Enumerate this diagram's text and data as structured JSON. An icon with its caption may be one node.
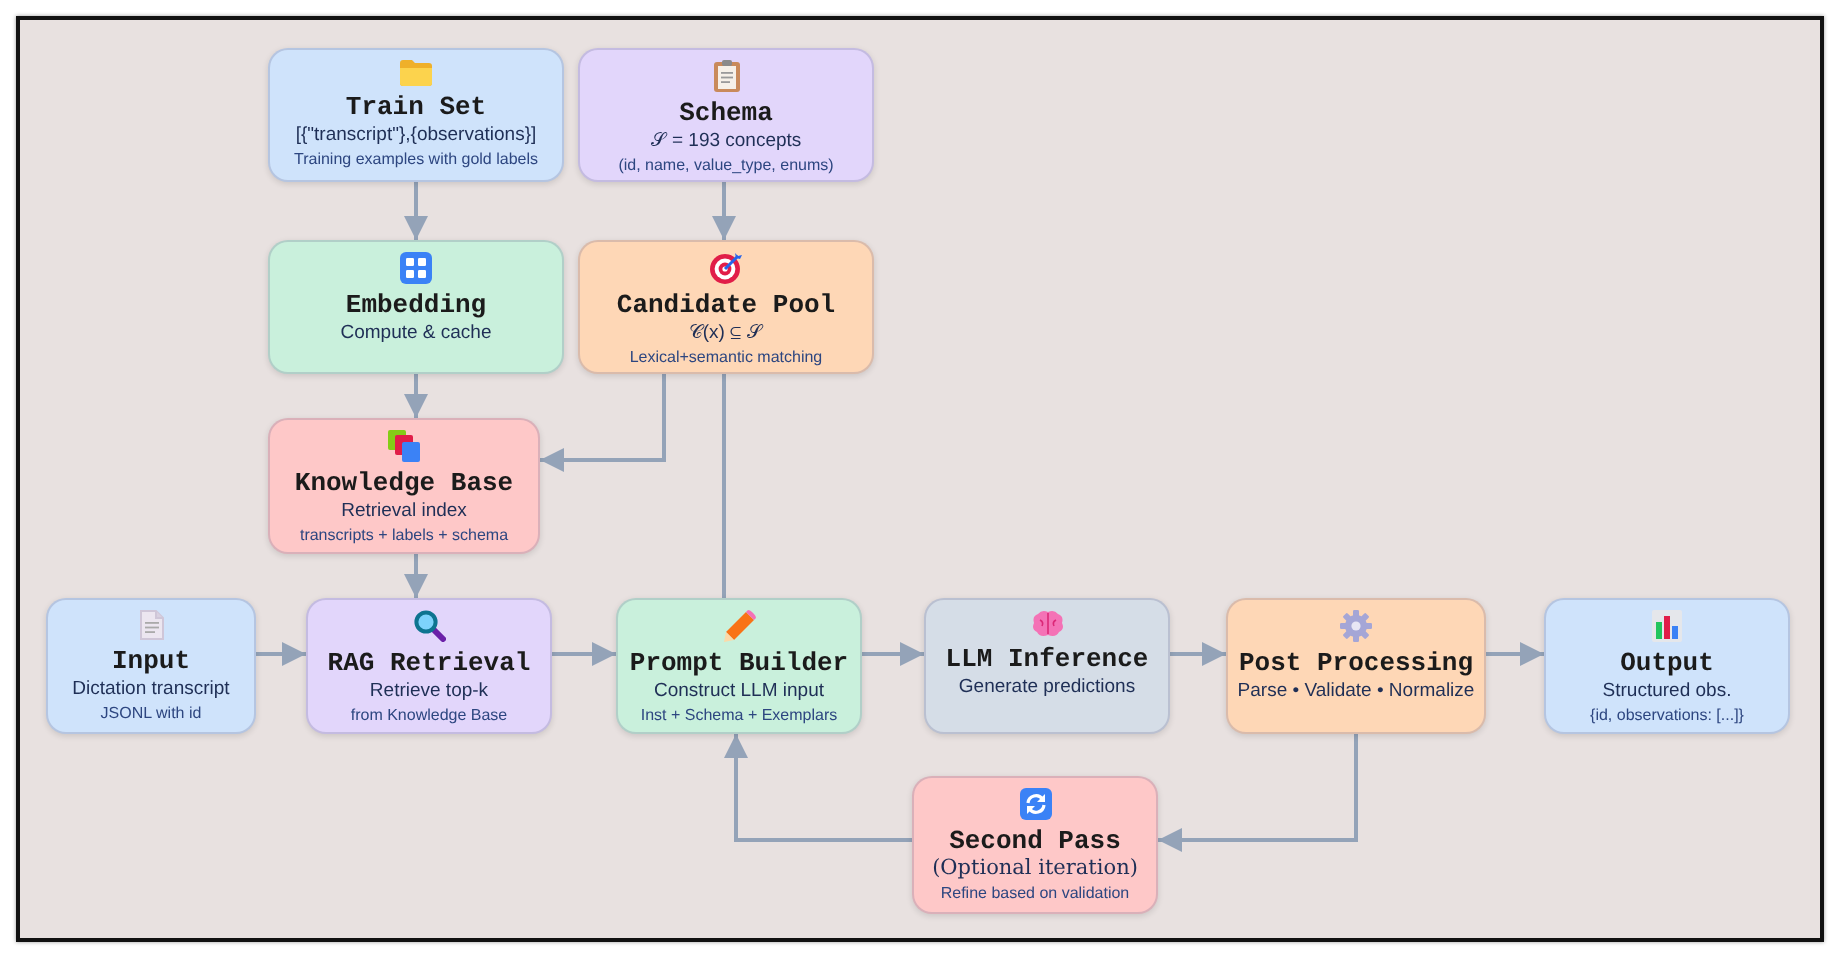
{
  "diagram": {
    "nodes": [
      {
        "text": [
          "Train Set",
          "[{\"transcript\"},{observations}]",
          "Training examples with gold labels"
        ]
      },
      {
        "text": [
          "Schema",
          "𝒮 = 193 concepts",
          "(id, name, value_type, enums)"
        ]
      },
      {
        "text": [
          "Embedding",
          "Compute & cache"
        ]
      },
      {
        "text": [
          "Candidate Pool",
          "𝒞(x) ⊆ 𝒮",
          "Lexical+semantic matching"
        ]
      },
      {
        "text": [
          "Knowledge Base",
          "Retrieval index",
          "transcripts + labels + schema"
        ]
      },
      {
        "text": [
          "Input",
          "Dictation transcript",
          "JSONL with id"
        ]
      },
      {
        "text": [
          "RAG Retrieval",
          "Retrieve top-k",
          "from Knowledge Base"
        ]
      },
      {
        "text": [
          "Prompt Builder",
          "Construct LLM input",
          "Inst + Schema + Exemplars"
        ]
      },
      {
        "text": [
          "LLM Inference",
          "Generate predictions"
        ]
      },
      {
        "text": [
          "Post Processing",
          "Parse • Validate • Normalize"
        ]
      },
      {
        "text": [
          "Output",
          "Structured obs.",
          "{id, observations: [...]}"
        ]
      },
      {
        "text": [
          "Second Pass",
          "(Optional iteration)",
          "Refine based on validation"
        ]
      }
    ],
    "edges": [
      {
        "from": 0,
        "to": 2,
        "arrow": "to"
      },
      {
        "from": 1,
        "to": 3,
        "arrow": "to"
      },
      {
        "from": 2,
        "to": 4,
        "arrow": "to"
      },
      {
        "from": 3,
        "to": 4,
        "arrow": "to"
      },
      {
        "from": 3,
        "to": 7,
        "arrow": "none"
      },
      {
        "from": 4,
        "to": 6,
        "arrow": "to"
      },
      {
        "from": 5,
        "to": 6,
        "arrow": "to"
      },
      {
        "from": 6,
        "to": 7,
        "arrow": "to"
      },
      {
        "from": 7,
        "to": 8,
        "arrow": "to"
      },
      {
        "from": 8,
        "to": 9,
        "arrow": "to"
      },
      {
        "from": 9,
        "to": 10,
        "arrow": "to"
      },
      {
        "from": 9,
        "to": 11,
        "arrow": "to"
      },
      {
        "from": 11,
        "to": 7,
        "arrow": "to"
      }
    ]
  }
}
